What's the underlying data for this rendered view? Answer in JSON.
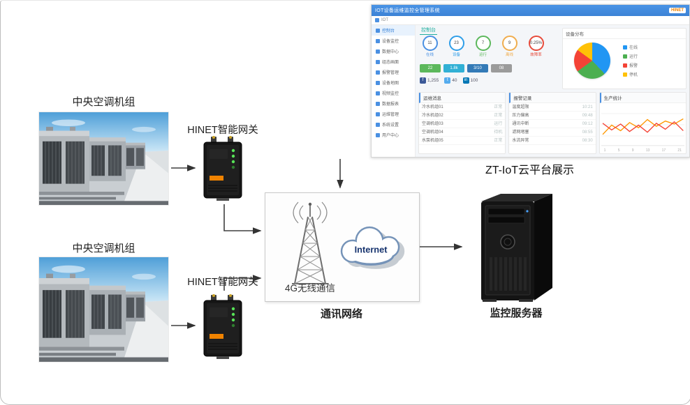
{
  "labels": {
    "ac_unit_1": "中央空调机组",
    "ac_unit_2": "中央空调机组",
    "gateway_1": "HINET智能网关",
    "gateway_2": "HINET智能网关",
    "wireless": "4G无线通信",
    "network_caption": "通讯网络",
    "internet": "Internet",
    "server_caption": "监控服务器",
    "platform_caption": "ZT-IoT云平台展示"
  },
  "dashboard": {
    "header": {
      "title": "IOT设备运维监控全管理系统",
      "logo": "HINET"
    },
    "toolbar": {
      "home": "IOT",
      "console": "控制台"
    },
    "sidebar": {
      "items": [
        "控制台",
        "设备监控",
        "数据中心",
        "组态画面",
        "报警管理",
        "设备地图",
        "视频监控",
        "数据报表",
        "运维管理",
        "系统设置",
        "用户中心"
      ]
    },
    "stats": [
      {
        "value": "11",
        "label": "在线",
        "color": "#4a90e2"
      },
      {
        "value": "23",
        "label": "设备",
        "color": "#2f9ee8"
      },
      {
        "value": "7",
        "label": "运行",
        "color": "#5cb85c"
      },
      {
        "value": "9",
        "label": "离线",
        "color": "#f0ad4e"
      },
      {
        "value": "0.25%",
        "label": "故障率",
        "color": "#e74c3c"
      }
    ],
    "tiles": [
      {
        "value": "22",
        "color": "#5cb85c"
      },
      {
        "value": "1.8k",
        "color": "#31b0d5"
      },
      {
        "value": "3/10",
        "color": "#337ab7"
      },
      {
        "value": "08",
        "color": "#9b9b9b"
      }
    ],
    "social": [
      {
        "icon": "f",
        "value": "1,255",
        "color": "#3b5998"
      },
      {
        "icon": "t",
        "value": "40",
        "color": "#55acee"
      },
      {
        "icon": "in",
        "value": "100",
        "color": "#0077b5"
      }
    ],
    "pie_panel": {
      "title": "设备分布",
      "slices": [
        {
          "label": "在线",
          "value": 38,
          "color": "#2196f3"
        },
        {
          "label": "运行",
          "value": 27,
          "color": "#4caf50"
        },
        {
          "label": "报警",
          "value": 20,
          "color": "#f44336"
        },
        {
          "label": "停机",
          "value": 15,
          "color": "#ffc107"
        }
      ]
    },
    "list_panels": [
      {
        "title": "运维消息",
        "rows": [
          [
            "冷水机组01",
            "正常"
          ],
          [
            "冷水机组02",
            "正常"
          ],
          [
            "空调机组03",
            "运行"
          ],
          [
            "空调机组04",
            "待机"
          ],
          [
            "水泵机组05",
            "正常"
          ]
        ]
      },
      {
        "title": "报警记录",
        "rows": [
          [
            "温度超限",
            "10:21"
          ],
          [
            "压力偏高",
            "09:48"
          ],
          [
            "通讯中断",
            "09:12"
          ],
          [
            "滤网堵塞",
            "08:55"
          ],
          [
            "水流异常",
            "08:30"
          ]
        ]
      }
    ],
    "line_panel": {
      "title": "生产统计",
      "x_ticks": [
        "1",
        "5",
        "9",
        "13",
        "17",
        "21"
      ],
      "series": [
        {
          "color": "#ff9800",
          "points": [
            30,
            55,
            40,
            62,
            48,
            70,
            52,
            66,
            58,
            72
          ]
        },
        {
          "color": "#f44336",
          "points": [
            60,
            42,
            58,
            38,
            55,
            36,
            60,
            44,
            64,
            40
          ]
        }
      ]
    }
  }
}
